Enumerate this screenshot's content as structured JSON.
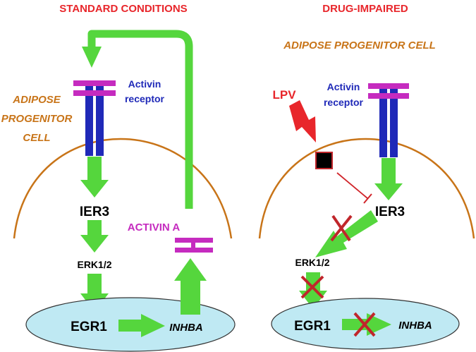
{
  "left_panel": {
    "title": "STANDARD CONDITIONS",
    "cell_label_lines": [
      "ADIPOSE",
      "PROGENITOR",
      "CELL"
    ],
    "receptor_lines": [
      "Activin",
      "receptor"
    ],
    "ier3": "IER3",
    "erk": "ERK1/2",
    "egr1": "EGR1",
    "inhba": "INHBA",
    "activin_a": "ACTIVIN A"
  },
  "right_panel": {
    "title": "DRUG-IMPAIRED",
    "cell_label": "ADIPOSE PROGENITOR CELL",
    "receptor_lines": [
      "Activin",
      "receptor"
    ],
    "drug": "LPV",
    "ier3": "IER3",
    "erk": "ERK1/2",
    "egr1": "EGR1",
    "inhba": "INHBA"
  },
  "colors": {
    "arrow_green": "#55d63d",
    "membrane_orange": "#c87418",
    "receptor_magenta": "#c52bbf",
    "receptor_blue": "#1f29b8",
    "nucleus_fill": "#bfe9f3",
    "inhibition_red": "#d0242a",
    "title_red": "#e8262b"
  }
}
